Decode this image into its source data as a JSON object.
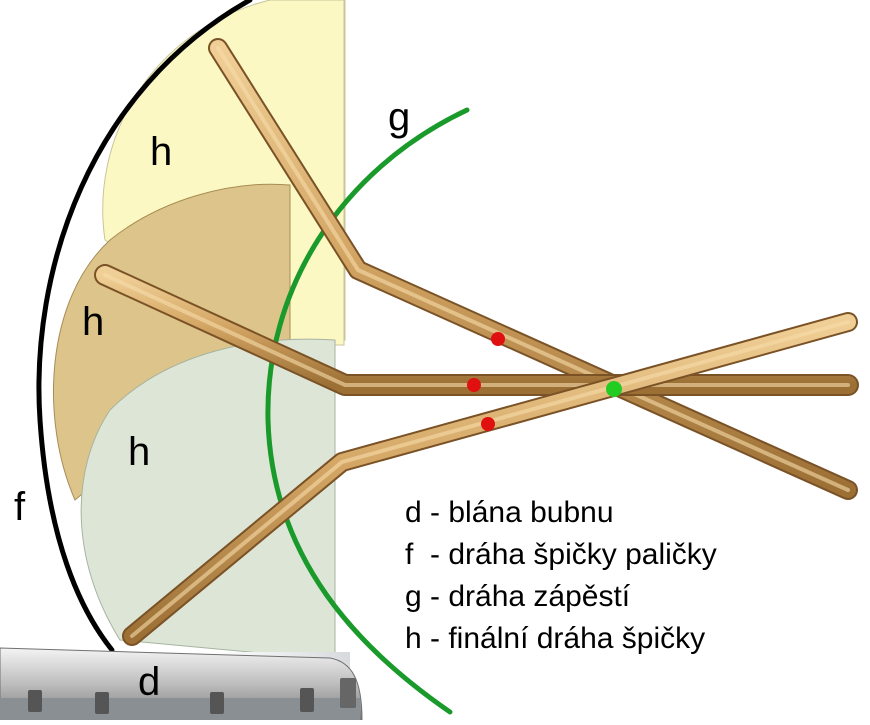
{
  "labels": {
    "h_top": "h",
    "h_mid": "h",
    "h_low": "h",
    "f": "f",
    "g": "g",
    "d": "d"
  },
  "legend": [
    "d - blána bubnu",
    "f  - dráha špičky paličky",
    "g - dráha zápěstí",
    "h - finální dráha špičky"
  ],
  "colors": {
    "path_f": "#000000",
    "path_g": "#1a9a2a",
    "sector_top": "#fbf8c4",
    "sector_mid": "#dcc48a",
    "sector_low": "#dde6d6",
    "stick": "#d4a766",
    "pivot_dots": "#e01010",
    "center_dot": "#22cc22",
    "drum_rim": "#c9c9c9"
  }
}
